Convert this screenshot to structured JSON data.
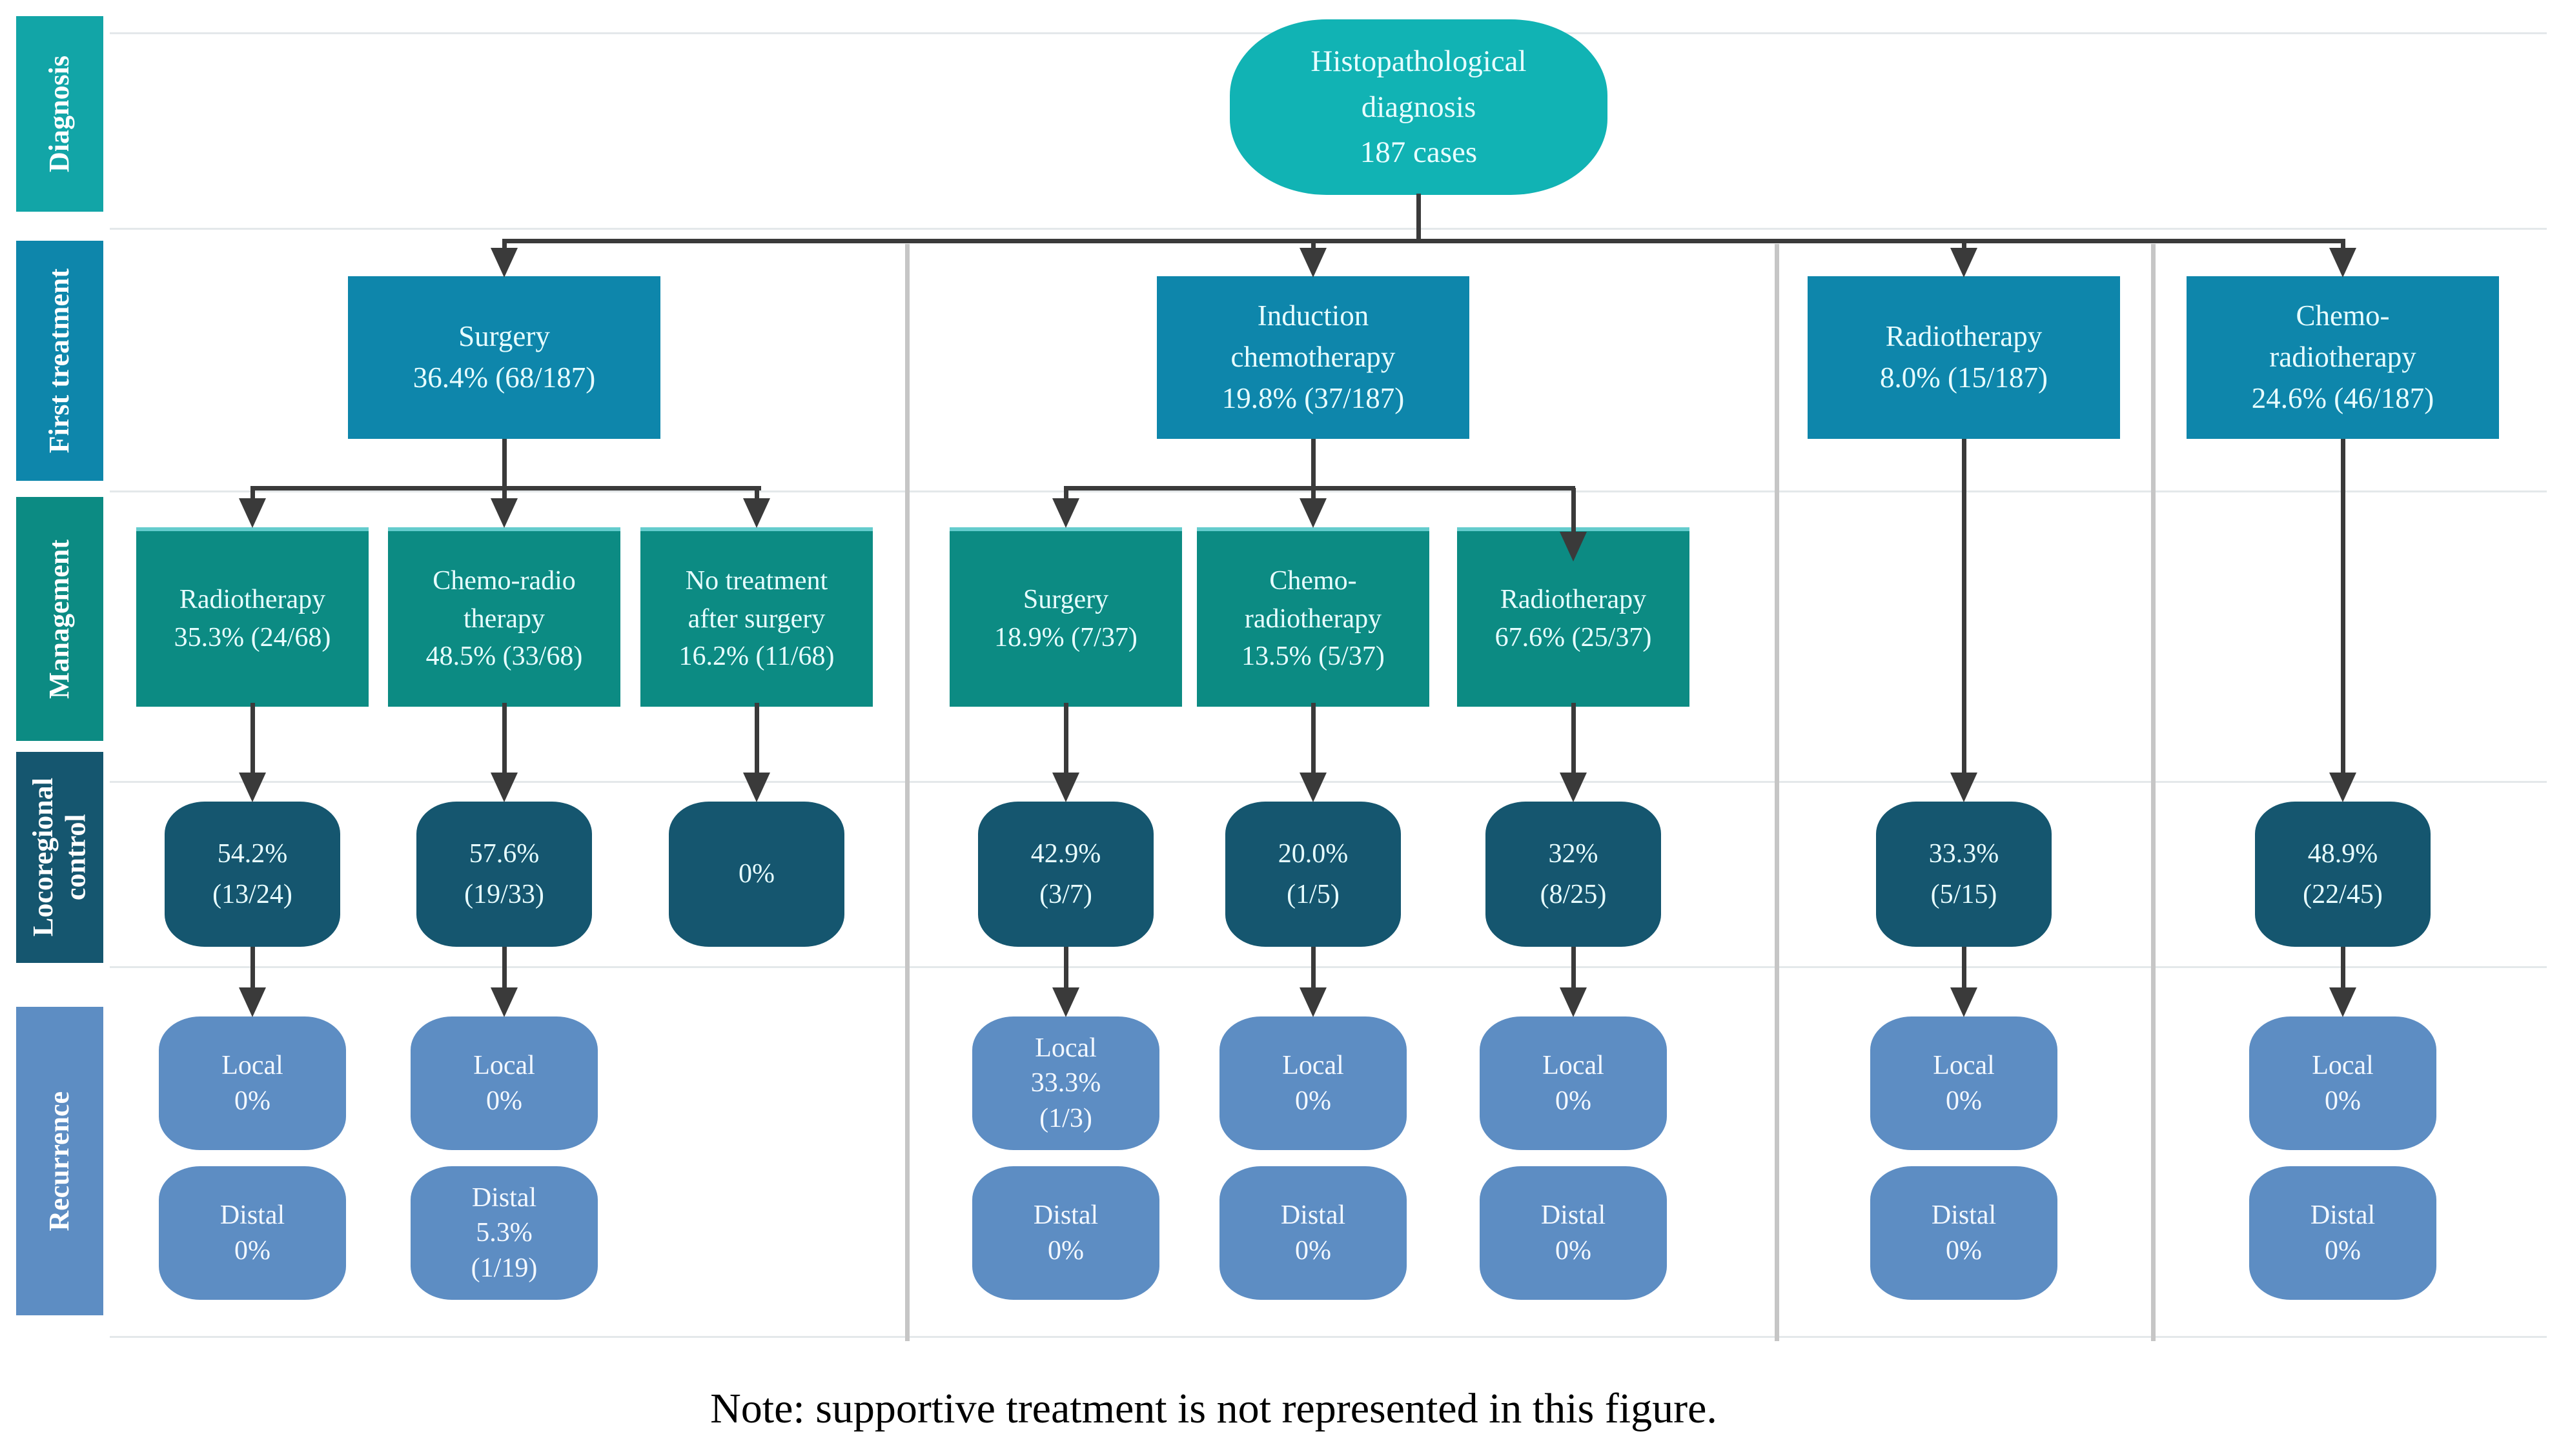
{
  "colors": {
    "node": "#11b3b4",
    "diagnosis_label": "#12a5a7",
    "first_treatment": "#0e86ab",
    "management": "#0c8b83",
    "locoregional": "#15566f",
    "recurrence": "#5d8dc3",
    "connector": "#3a3a3a",
    "divider": "#c6c6c6",
    "grid_line": "#e4e8ea"
  },
  "sidebar": {
    "diagnosis": "Diagnosis",
    "first_treatment": "First treatment",
    "management": "Management",
    "locoregional": "Locoregional\ncontrol",
    "recurrence": "Recurrence"
  },
  "flow": {
    "root": "Histopathological\ndiagnosis\n187 cases",
    "first_treatment": {
      "surgery": "Surgery\n36.4% (68/187)",
      "induction": "Induction\nchemotherapy\n19.8% (37/187)",
      "radiotherapy": "Radiotherapy\n8.0% (15/187)",
      "chemoradiotherapy": "Chemo-\nradiotherapy\n24.6% (46/187)"
    },
    "management": {
      "c1": "Radiotherapy\n35.3% (24/68)",
      "c2": "Chemo-radio\ntherapy\n48.5% (33/68)",
      "c3": "No treatment\nafter surgery\n16.2% (11/68)",
      "c4": "Surgery\n18.9% (7/37)",
      "c5": "Chemo-\nradiotherapy\n13.5% (5/37)",
      "c6": "Radiotherapy\n67.6% (25/37)"
    },
    "locoregional": {
      "c1": "54.2%\n(13/24)",
      "c2": "57.6%\n(19/33)",
      "c3": "0%",
      "c4": "42.9%\n(3/7)",
      "c5": "20.0%\n(1/5)",
      "c6": "32%\n(8/25)",
      "c7": "33.3%\n(5/15)",
      "c8": "48.9%\n(22/45)"
    },
    "recurrence": {
      "c1": {
        "local": "Local\n0%",
        "distal": "Distal\n0%"
      },
      "c2": {
        "local": "Local\n0%",
        "distal": "Distal\n5.3%\n(1/19)"
      },
      "c4": {
        "local": "Local\n33.3%\n(1/3)",
        "distal": "Distal\n0%"
      },
      "c5": {
        "local": "Local\n0%",
        "distal": "Distal\n0%"
      },
      "c6": {
        "local": "Local\n0%",
        "distal": "Distal\n0%"
      },
      "c7": {
        "local": "Local\n0%",
        "distal": "Distal\n0%"
      },
      "c8": {
        "local": "Local\n0%",
        "distal": "Distal\n0%"
      }
    }
  },
  "note": "Note: supportive treatment is not represented in this figure."
}
